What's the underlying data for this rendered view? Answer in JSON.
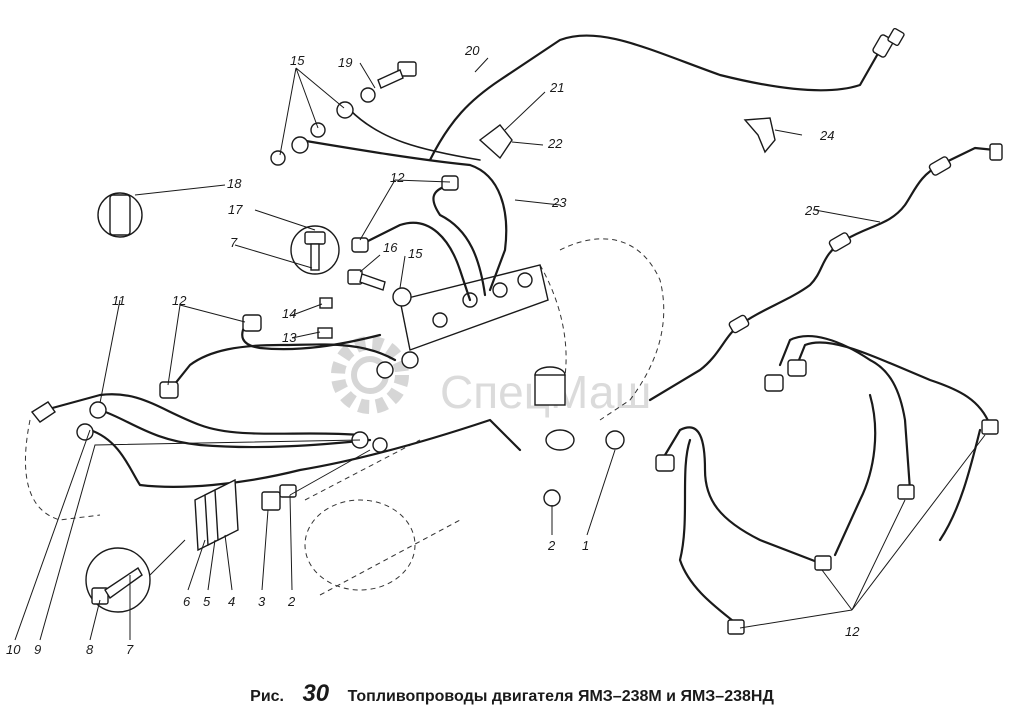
{
  "caption": {
    "prefix": "Рис.",
    "number": "30",
    "title": "Топливопроводы двигателя  ЯМЗ–238М и ЯМЗ–238НД"
  },
  "watermark": {
    "text": "СпецМаш"
  },
  "callouts": [
    {
      "id": "c20",
      "text": "20"
    },
    {
      "id": "c21",
      "text": "21"
    },
    {
      "id": "c22",
      "text": "22"
    },
    {
      "id": "c23",
      "text": "23"
    },
    {
      "id": "c24",
      "text": "24"
    },
    {
      "id": "c25",
      "text": "25"
    },
    {
      "id": "c15a",
      "text": "15"
    },
    {
      "id": "c19",
      "text": "19"
    },
    {
      "id": "c18",
      "text": "18"
    },
    {
      "id": "c17",
      "text": "17"
    },
    {
      "id": "c7a",
      "text": "7"
    },
    {
      "id": "c12a",
      "text": "12"
    },
    {
      "id": "c16",
      "text": "16"
    },
    {
      "id": "c15b",
      "text": "15"
    },
    {
      "id": "c14",
      "text": "14"
    },
    {
      "id": "c13",
      "text": "13"
    },
    {
      "id": "c11",
      "text": "11"
    },
    {
      "id": "c12b",
      "text": "12"
    },
    {
      "id": "c10",
      "text": "10"
    },
    {
      "id": "c9",
      "text": "9"
    },
    {
      "id": "c8",
      "text": "8"
    },
    {
      "id": "c7b",
      "text": "7"
    },
    {
      "id": "c6",
      "text": "6"
    },
    {
      "id": "c5",
      "text": "5"
    },
    {
      "id": "c4",
      "text": "4"
    },
    {
      "id": "c3",
      "text": "3"
    },
    {
      "id": "c2a",
      "text": "2"
    },
    {
      "id": "c2b",
      "text": "2"
    },
    {
      "id": "c1",
      "text": "1"
    },
    {
      "id": "c12c",
      "text": "12"
    }
  ]
}
